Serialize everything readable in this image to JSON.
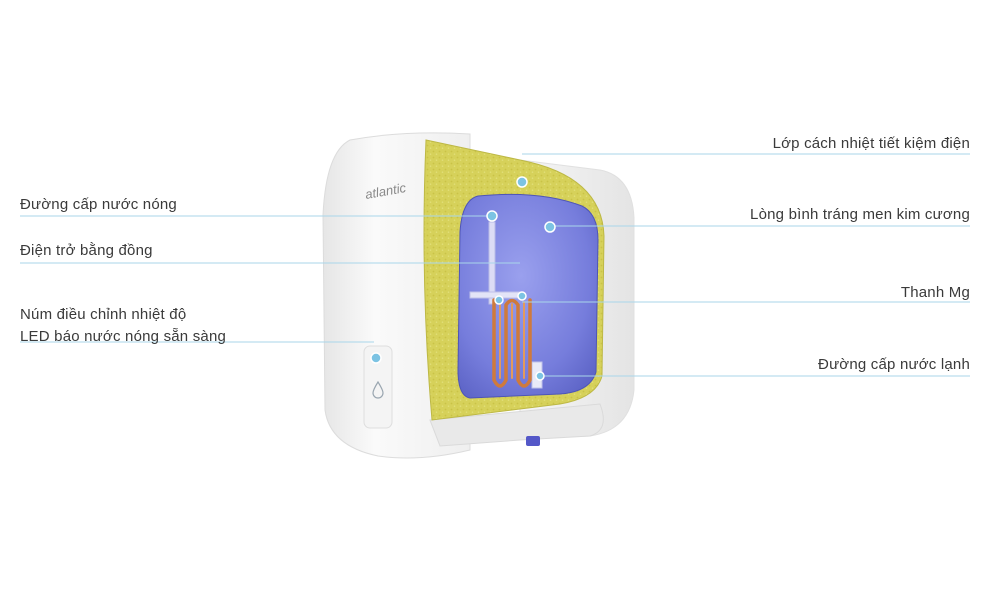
{
  "brand": "atlantic",
  "colors": {
    "callout_line": "#a9d6ea",
    "callout_dot": "#7cc3e3",
    "insulation": "#d7d25a",
    "tank_enamel": "#7e84e0",
    "copper": "#c8743a",
    "body": "#f2f2f2",
    "text": "#3a3a3a"
  },
  "callouts": {
    "hot_water_pipe": "Đường cấp nước nóng",
    "copper_heater": "Điện trở bằng đồng",
    "thermostat_knob": "Núm điều chỉnh nhiệt độ",
    "ready_led": "LED báo nước nóng sẵn sàng",
    "insulation_layer": "Lớp cách nhiệt tiết kiệm điện",
    "enamel_tank": "Lòng bình tráng men kim cương",
    "mg_rod": "Thanh Mg",
    "cold_water_pipe": "Đường cấp nước lạnh"
  },
  "icons": {
    "led_indicator": "water-drop-icon"
  }
}
